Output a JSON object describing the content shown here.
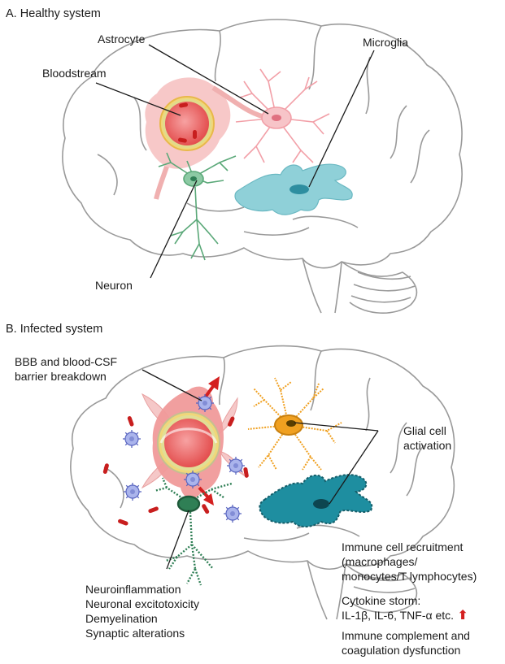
{
  "panel_a": {
    "title": "A. Healthy system",
    "labels": {
      "astrocyte": "Astrocyte",
      "microglia": "Microglia",
      "bloodstream": "Bloodstream",
      "neuron": "Neuron"
    }
  },
  "panel_b": {
    "title": "B. Infected system",
    "bbb_lines": [
      "BBB and blood-CSF",
      "barrier breakdown"
    ],
    "glial_lines": [
      "Glial cell",
      "activation"
    ],
    "immune_recruit_lines": [
      "Immune cell recruitment",
      "(macrophages/",
      "monocytes/T lymphocytes)"
    ],
    "cytokine_lines": [
      "Cytokine storm:",
      "IL-1β, IL-6, TNF-α etc."
    ],
    "complement_lines": [
      "Immune complement and",
      "coagulation dysfunction"
    ],
    "neuro_lines": [
      "Neuroinflammation",
      "Neuronal excitotoxicity",
      "Demyelination",
      "Synaptic alterations"
    ]
  },
  "colors": {
    "brain_outline": "#9a9a9a",
    "blood": "#e85a5a",
    "blood_dark": "#c81e1e",
    "astrocyte_healthy": "#f2a0a8",
    "astrocyte_active": "#f0a020",
    "microglia_healthy": "#8fd0d8",
    "microglia_active": "#1e8ea0",
    "neuron": "#5aa878",
    "virus": "#7a8ad8",
    "arrow_red": "#d42020"
  },
  "icons": [
    "virus-icon",
    "up-arrow-icon"
  ]
}
